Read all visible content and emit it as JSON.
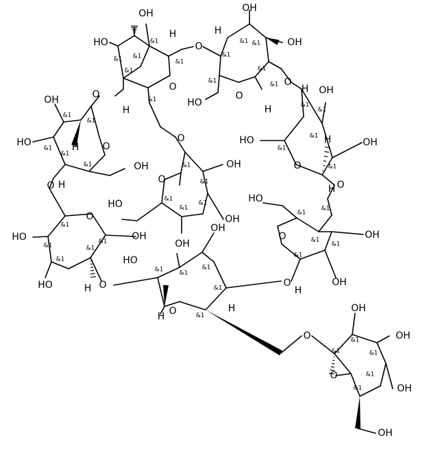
{
  "molecule": {
    "description_text": "",
    "labels": {
      "OH": "OH",
      "HO": "HO",
      "O": "O",
      "H": "H",
      "stereo": "&1"
    }
  },
  "colors": {
    "ink": "#000000",
    "background": "#ffffff"
  }
}
